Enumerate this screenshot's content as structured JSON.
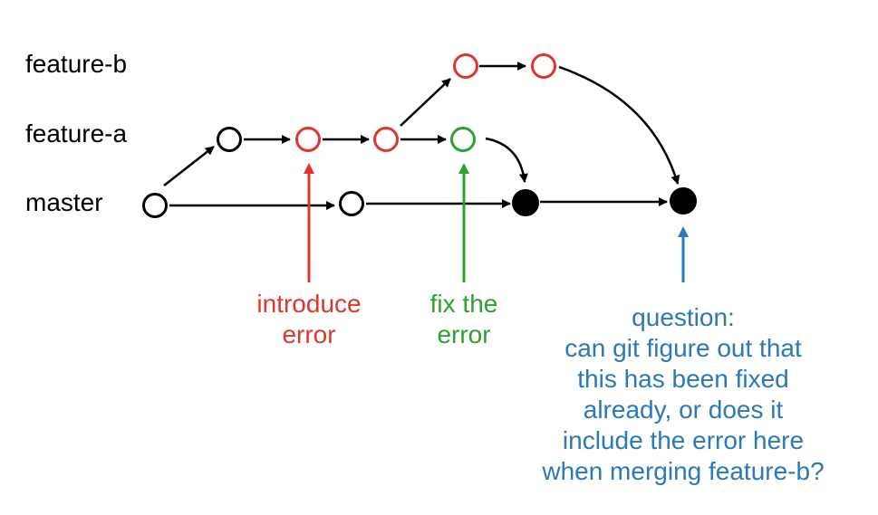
{
  "branches": {
    "feature_b": "feature-b",
    "feature_a": "feature-a",
    "master": "master"
  },
  "colors": {
    "default": "#000000",
    "error": "#e0352b",
    "fix": "#2ea12e",
    "question": "#2a79b8",
    "merge_fill": "#000000"
  },
  "commits": [
    {
      "id": "m1",
      "branch": "master",
      "state": "default"
    },
    {
      "id": "a1",
      "branch": "feature-a",
      "state": "default"
    },
    {
      "id": "a2",
      "branch": "feature-a",
      "state": "error"
    },
    {
      "id": "a3",
      "branch": "feature-a",
      "state": "error"
    },
    {
      "id": "a4",
      "branch": "feature-a",
      "state": "fix"
    },
    {
      "id": "b1",
      "branch": "feature-b",
      "state": "error"
    },
    {
      "id": "b2",
      "branch": "feature-b",
      "state": "error"
    },
    {
      "id": "m2",
      "branch": "master",
      "state": "default"
    },
    {
      "id": "m3",
      "branch": "master",
      "state": "merge"
    },
    {
      "id": "m4",
      "branch": "master",
      "state": "merge"
    }
  ],
  "edges": [
    {
      "from": "m1",
      "to": "a1"
    },
    {
      "from": "a1",
      "to": "a2"
    },
    {
      "from": "a2",
      "to": "a3"
    },
    {
      "from": "a3",
      "to": "a4"
    },
    {
      "from": "a3",
      "to": "b1"
    },
    {
      "from": "b1",
      "to": "b2"
    },
    {
      "from": "m1",
      "to": "m2"
    },
    {
      "from": "m2",
      "to": "m3"
    },
    {
      "from": "a4",
      "to": "m3"
    },
    {
      "from": "m3",
      "to": "m4"
    },
    {
      "from": "b2",
      "to": "m4"
    }
  ],
  "annotations": {
    "introduce": {
      "lines": [
        "introduce",
        "error"
      ],
      "target": "a2"
    },
    "fix": {
      "lines": [
        "fix the",
        "error"
      ],
      "target": "a4"
    },
    "question": {
      "lines": [
        "question:",
        "can git figure out that",
        "this has been fixed",
        "already, or does it",
        "include the error here",
        "when merging feature-b?"
      ],
      "target": "m4"
    }
  }
}
